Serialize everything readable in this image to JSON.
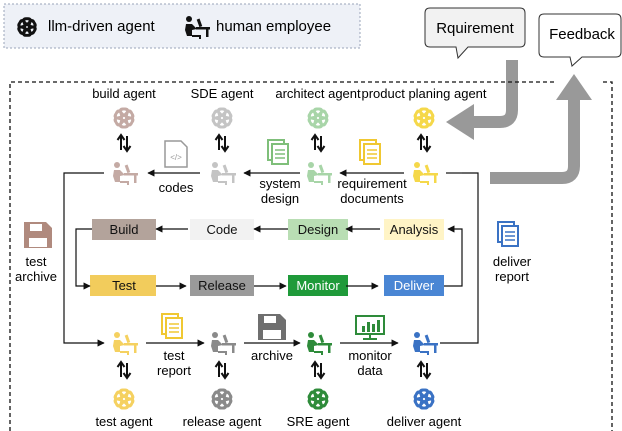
{
  "legend": {
    "llm_label": "llm-driven agent",
    "human_label": "human employee",
    "llm_icon": "openai-logo-icon",
    "human_icon": "person-at-desk-icon"
  },
  "inputs": {
    "requirement": "Rquirement",
    "feedback": "Feedback"
  },
  "top_agents": [
    {
      "name": "build agent",
      "color": "#c4aaa4"
    },
    {
      "name": "SDE agent",
      "color": "#c4c4c4"
    },
    {
      "name": "architect agent",
      "color": "#a8d5a8"
    },
    {
      "name": "product planing agent",
      "color": "#f5d84a"
    }
  ],
  "bottom_agents": [
    {
      "name": "test agent",
      "color": "#f5d160"
    },
    {
      "name": "release agent",
      "color": "#8a8a8a"
    },
    {
      "name": "SRE agent",
      "color": "#2e8b3a"
    },
    {
      "name": "deliver agent",
      "color": "#3a72c4"
    }
  ],
  "artifacts": {
    "codes": "codes",
    "system_design": [
      "system",
      "design"
    ],
    "requirement_documents": [
      "requirement",
      "documents"
    ],
    "test_archive": [
      "test",
      "archive"
    ],
    "deliver_report": [
      "deliver",
      "report"
    ],
    "test_report": [
      "test",
      "report"
    ],
    "archive": "archive",
    "monitor_data": [
      "monitor",
      "data"
    ]
  },
  "stages_top": [
    {
      "label": "Build",
      "fill": "#b3a39b"
    },
    {
      "label": "Code",
      "fill": "#f2f2f2"
    },
    {
      "label": "Design",
      "fill": "#b9deb4"
    },
    {
      "label": "Analysis",
      "fill": "#fff4c6"
    }
  ],
  "stages_bottom": [
    {
      "label": "Test",
      "fill": "#f2cc5c"
    },
    {
      "label": "Release",
      "fill": "#9a9a9a"
    },
    {
      "label": "Monitor",
      "fill": "#1f9a3a"
    },
    {
      "label": "Deliver",
      "fill": "#4a86d4"
    }
  ]
}
